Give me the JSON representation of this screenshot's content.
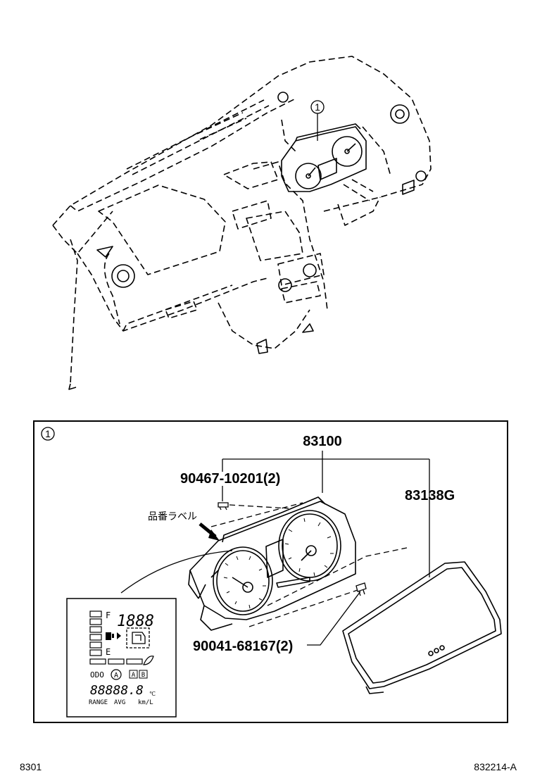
{
  "callout_marker": "1",
  "detail_marker": "1",
  "parts": {
    "cluster": "83100",
    "lens": "83138G",
    "screw_top": "90467-10201(2)",
    "screw_bottom": "90041-68167(2)",
    "part_label_jp": "品番ラベル"
  },
  "lcd": {
    "fuel_full": "F",
    "fuel_empty": "E",
    "big_digits": "1888",
    "odo": "ODO",
    "trip_a": "A",
    "trip_b": "B",
    "seg_digits": "88888.8",
    "unit_c": "℃",
    "range": "RANGE",
    "avg": "AVG",
    "unit_kml": "km/L"
  },
  "footer": {
    "left_code": "8301",
    "right_code": "832214-A"
  }
}
